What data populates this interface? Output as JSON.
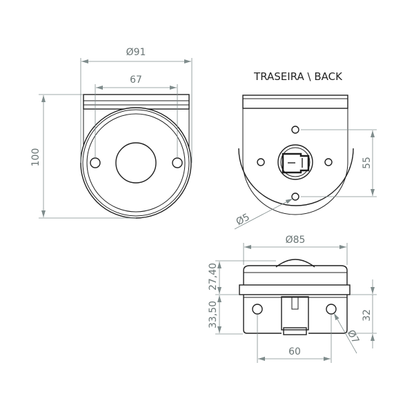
{
  "views": {
    "front": {
      "dimensions": {
        "outer_diameter": "Ø91",
        "hole_spacing": "67",
        "height": "100"
      }
    },
    "back": {
      "title": "TRASEIRA \\ BACK",
      "dimensions": {
        "hole_spacing": "55",
        "hole_diameter": "Ø5"
      }
    },
    "bottom": {
      "dimensions": {
        "diameter": "Ø85",
        "upper_height": "27,40",
        "lower_height": "33,50",
        "hole_height": "32",
        "hole_diameter": "Ø7",
        "hole_spacing": "60"
      }
    }
  },
  "colors": {
    "outline": "#1e1e1e",
    "dimension": "#7f8c8c"
  }
}
